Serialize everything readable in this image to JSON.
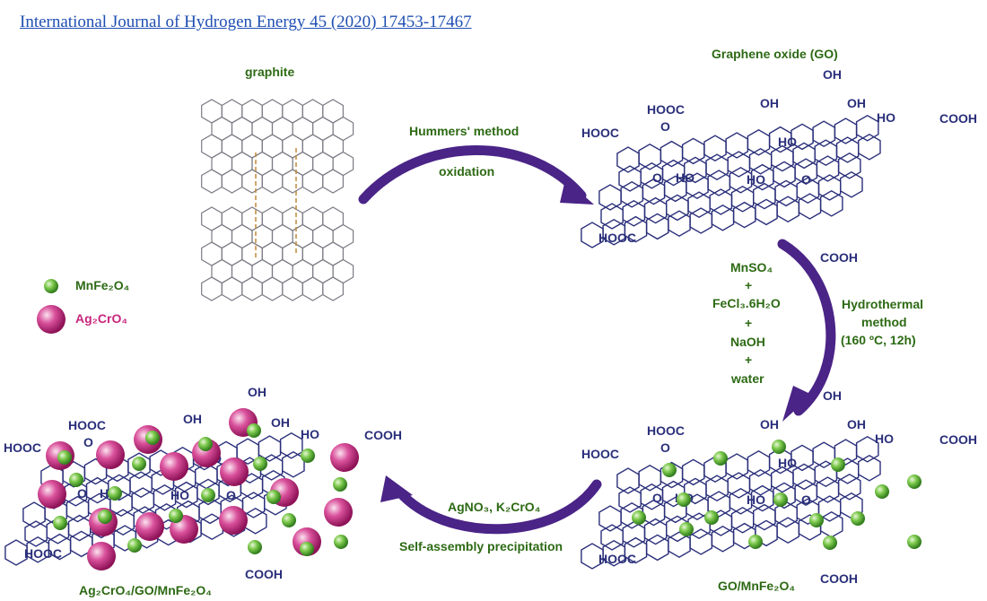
{
  "header": {
    "journal_citation": "International Journal of Hydrogen Energy 45 (2020) 17453-17467"
  },
  "labels": {
    "graphite": "graphite",
    "graphene_oxide": "Graphene oxide (GO)",
    "hummers_method": "Hummers' method",
    "oxidation": "oxidation",
    "hydrothermal": "Hydrothermal",
    "method": "method",
    "conditions": "(160 ºC, 12h)",
    "self_assembly": "Self-assembly precipitation",
    "product_go_mnfe": "GO/MnFe₂O₄",
    "product_final": "Ag₂CrO₄/GO/MnFe₂O₄"
  },
  "reagents": {
    "mnso4": "MnSO₄",
    "plus": "+",
    "fecl3": "FeCl₃.6H₂O",
    "naoh": "NaOH",
    "water": "water",
    "agno3": "AgNO₃, K₂CrO₄"
  },
  "legend": {
    "mnfe2o4": "MnFe₂O₄",
    "ag2cro4": "Ag₂CrO₄"
  },
  "groups": {
    "hooc": "HOOC",
    "cooh": "COOH",
    "oh": "OH",
    "o": "O",
    "ho": "HO"
  },
  "colors": {
    "structure": "#2a2f7a",
    "label_green": "#2d6a14",
    "arrow_purple": "#4a2487",
    "mnfe_sphere": "#6bbf3d",
    "ag_sphere": "#c8267e",
    "link_blue": "#1f4fb3"
  }
}
